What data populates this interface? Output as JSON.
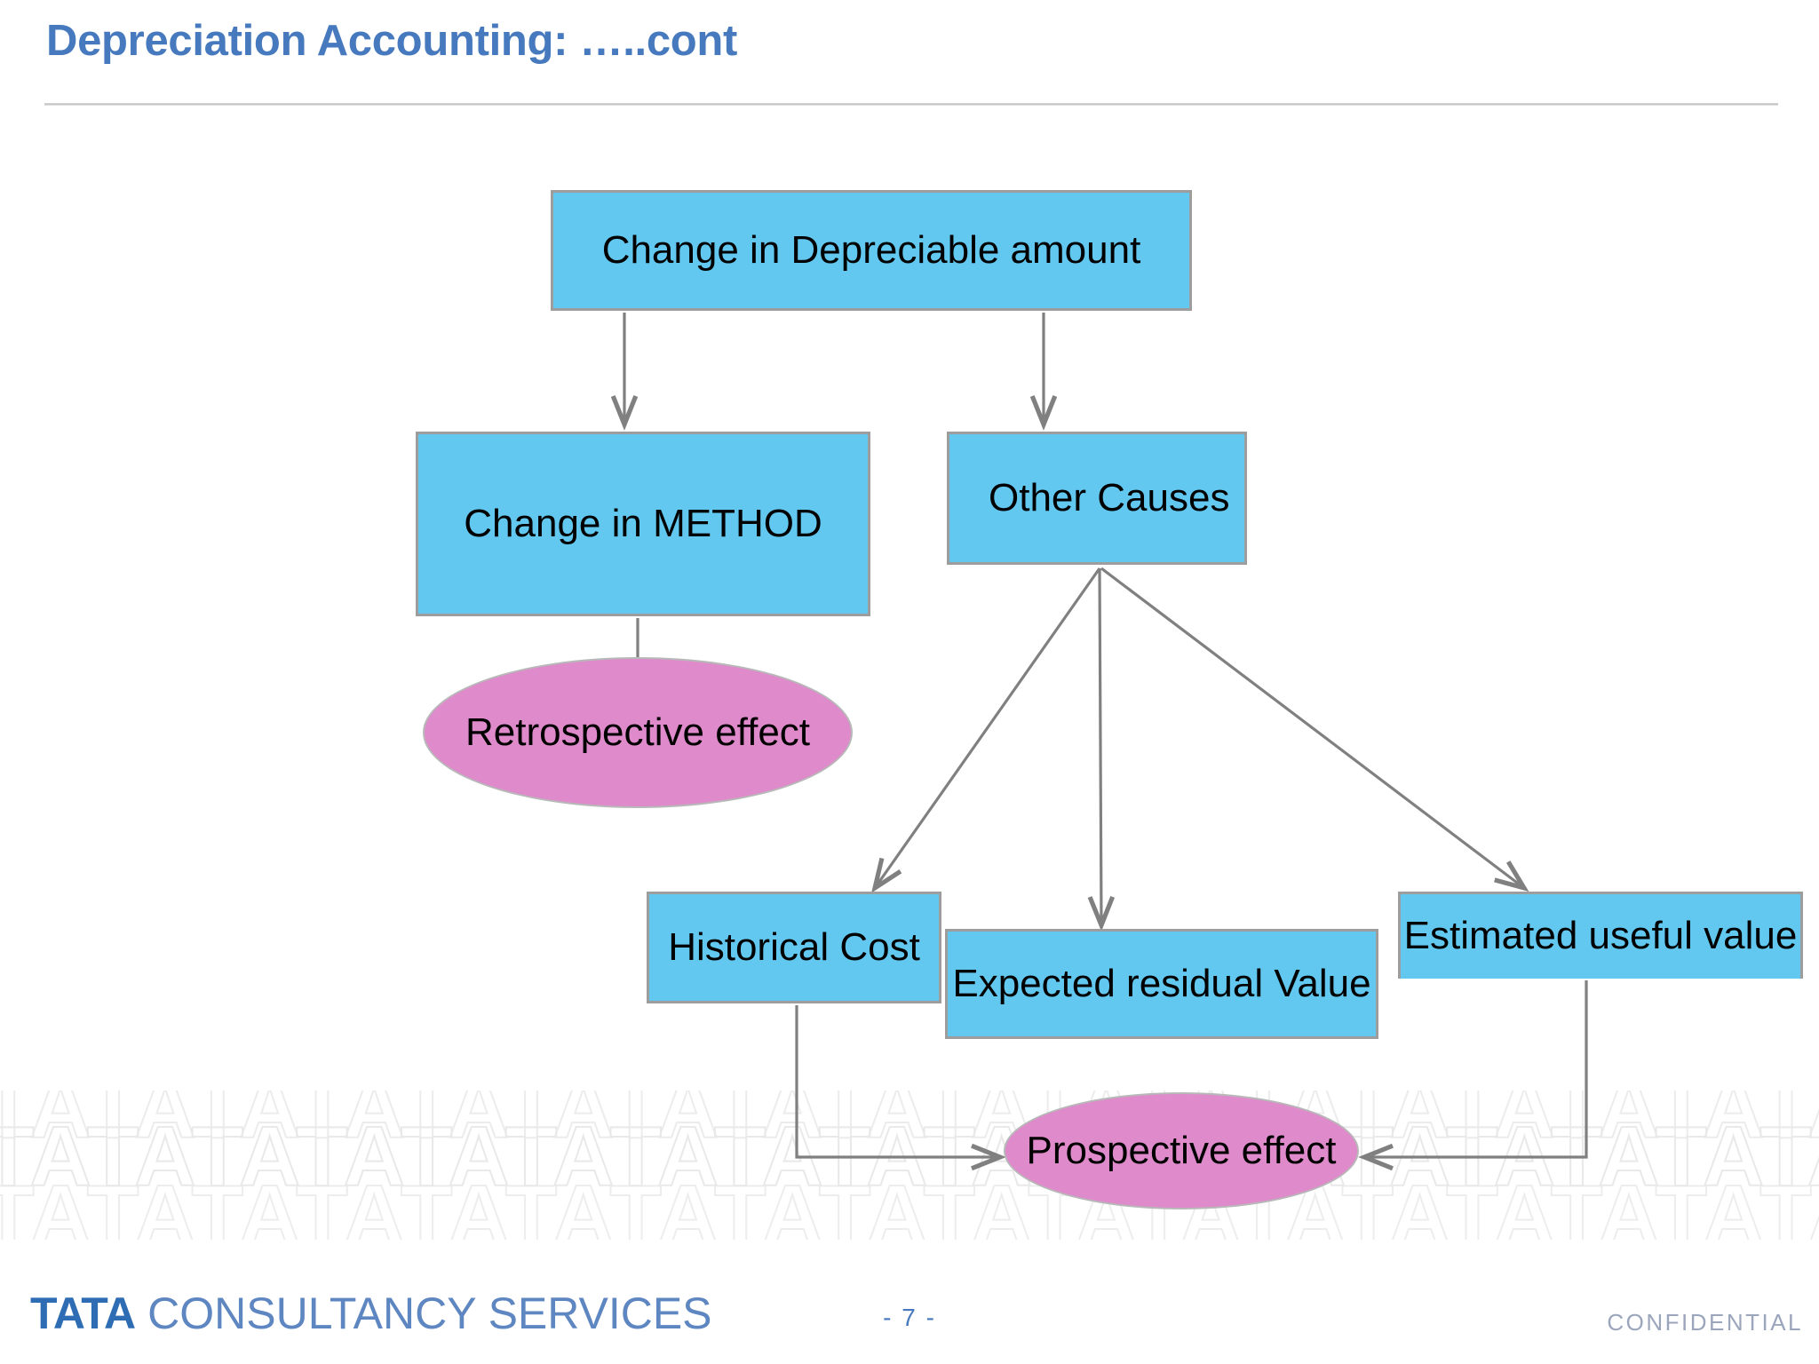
{
  "slide": {
    "title": "Depreciation Accounting: …..cont",
    "background": "#ffffff",
    "accent_color": "#4679BD",
    "node_fill": "#62C8F0",
    "node_border": "#9d9d9d",
    "ellipse_fill": "#DE8ACB",
    "connector_color": "#808080"
  },
  "diagram": {
    "type": "flowchart",
    "nodes": [
      {
        "id": "change-depreciable",
        "shape": "rectangle",
        "label": "Change in Depreciable amount"
      },
      {
        "id": "change-method",
        "shape": "rectangle",
        "label": "Change in METHOD"
      },
      {
        "id": "other-causes",
        "shape": "rectangle",
        "label": "Other Causes"
      },
      {
        "id": "retrospective",
        "shape": "ellipse",
        "label": "Retrospective effect"
      },
      {
        "id": "historical-cost",
        "shape": "rectangle",
        "label": "Historical Cost"
      },
      {
        "id": "expected-residual",
        "shape": "rectangle",
        "label": "Expected residual Value"
      },
      {
        "id": "estimated-useful",
        "shape": "rectangle",
        "label": "Estimated useful value"
      },
      {
        "id": "prospective",
        "shape": "ellipse",
        "label": "Prospective effect"
      }
    ],
    "edges": [
      {
        "from": "change-depreciable",
        "to": "change-method"
      },
      {
        "from": "change-depreciable",
        "to": "other-causes"
      },
      {
        "from": "change-method",
        "to": "retrospective"
      },
      {
        "from": "other-causes",
        "to": "historical-cost"
      },
      {
        "from": "other-causes",
        "to": "expected-residual"
      },
      {
        "from": "other-causes",
        "to": "estimated-useful"
      },
      {
        "from": "historical-cost",
        "to": "prospective"
      },
      {
        "from": "estimated-useful",
        "to": "prospective"
      }
    ]
  },
  "watermark": {
    "text": "TATATATATATATATATATATATATATATATATATATATATATATATA"
  },
  "footer": {
    "logo_bold": "TATA",
    "logo_regular": "CONSULTANCY SERVICES",
    "page_number": "- 7 -",
    "confidential": "CONFIDENTIAL"
  }
}
